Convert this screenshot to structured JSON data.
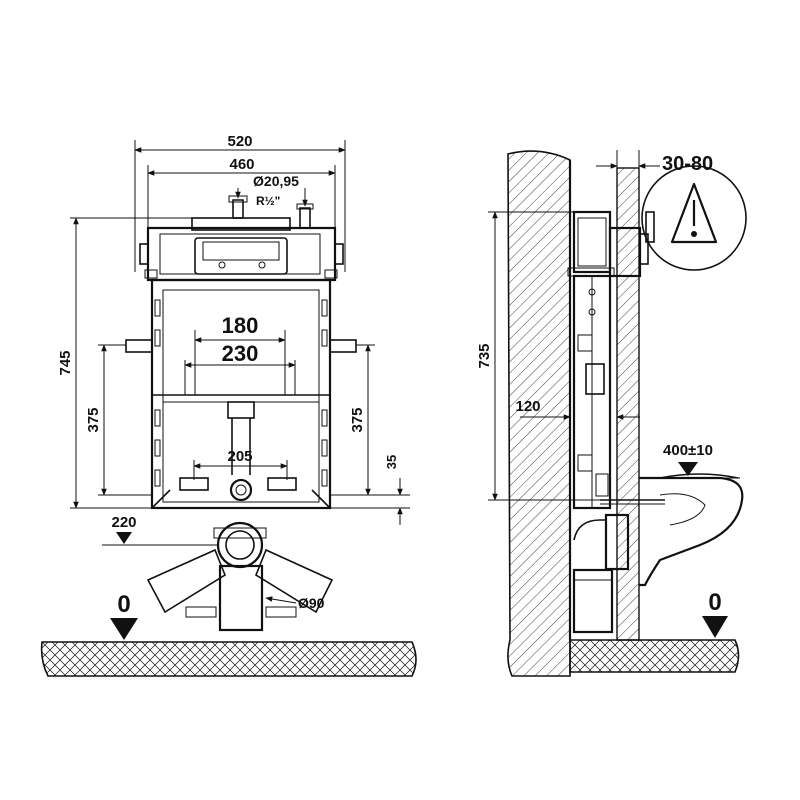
{
  "front_view": {
    "width_outer": "520",
    "width_inner": "460",
    "inlet_diameter": "Ø20,95",
    "inlet_thread": "R½\"",
    "height_total": "745",
    "height_left_375": "375",
    "height_right_375": "375",
    "spacing_180": "180",
    "spacing_230": "230",
    "spacing_205": "205",
    "offset_35": "35",
    "depth_220": "220",
    "outlet_diameter": "Ø90",
    "floor_level": "0"
  },
  "side_view": {
    "wall_gap": "30-80",
    "height_735": "735",
    "depth_120": "120",
    "bowl_height": "400±10",
    "floor_level": "0"
  },
  "colors": {
    "line": "#111111",
    "background": "#ffffff"
  }
}
